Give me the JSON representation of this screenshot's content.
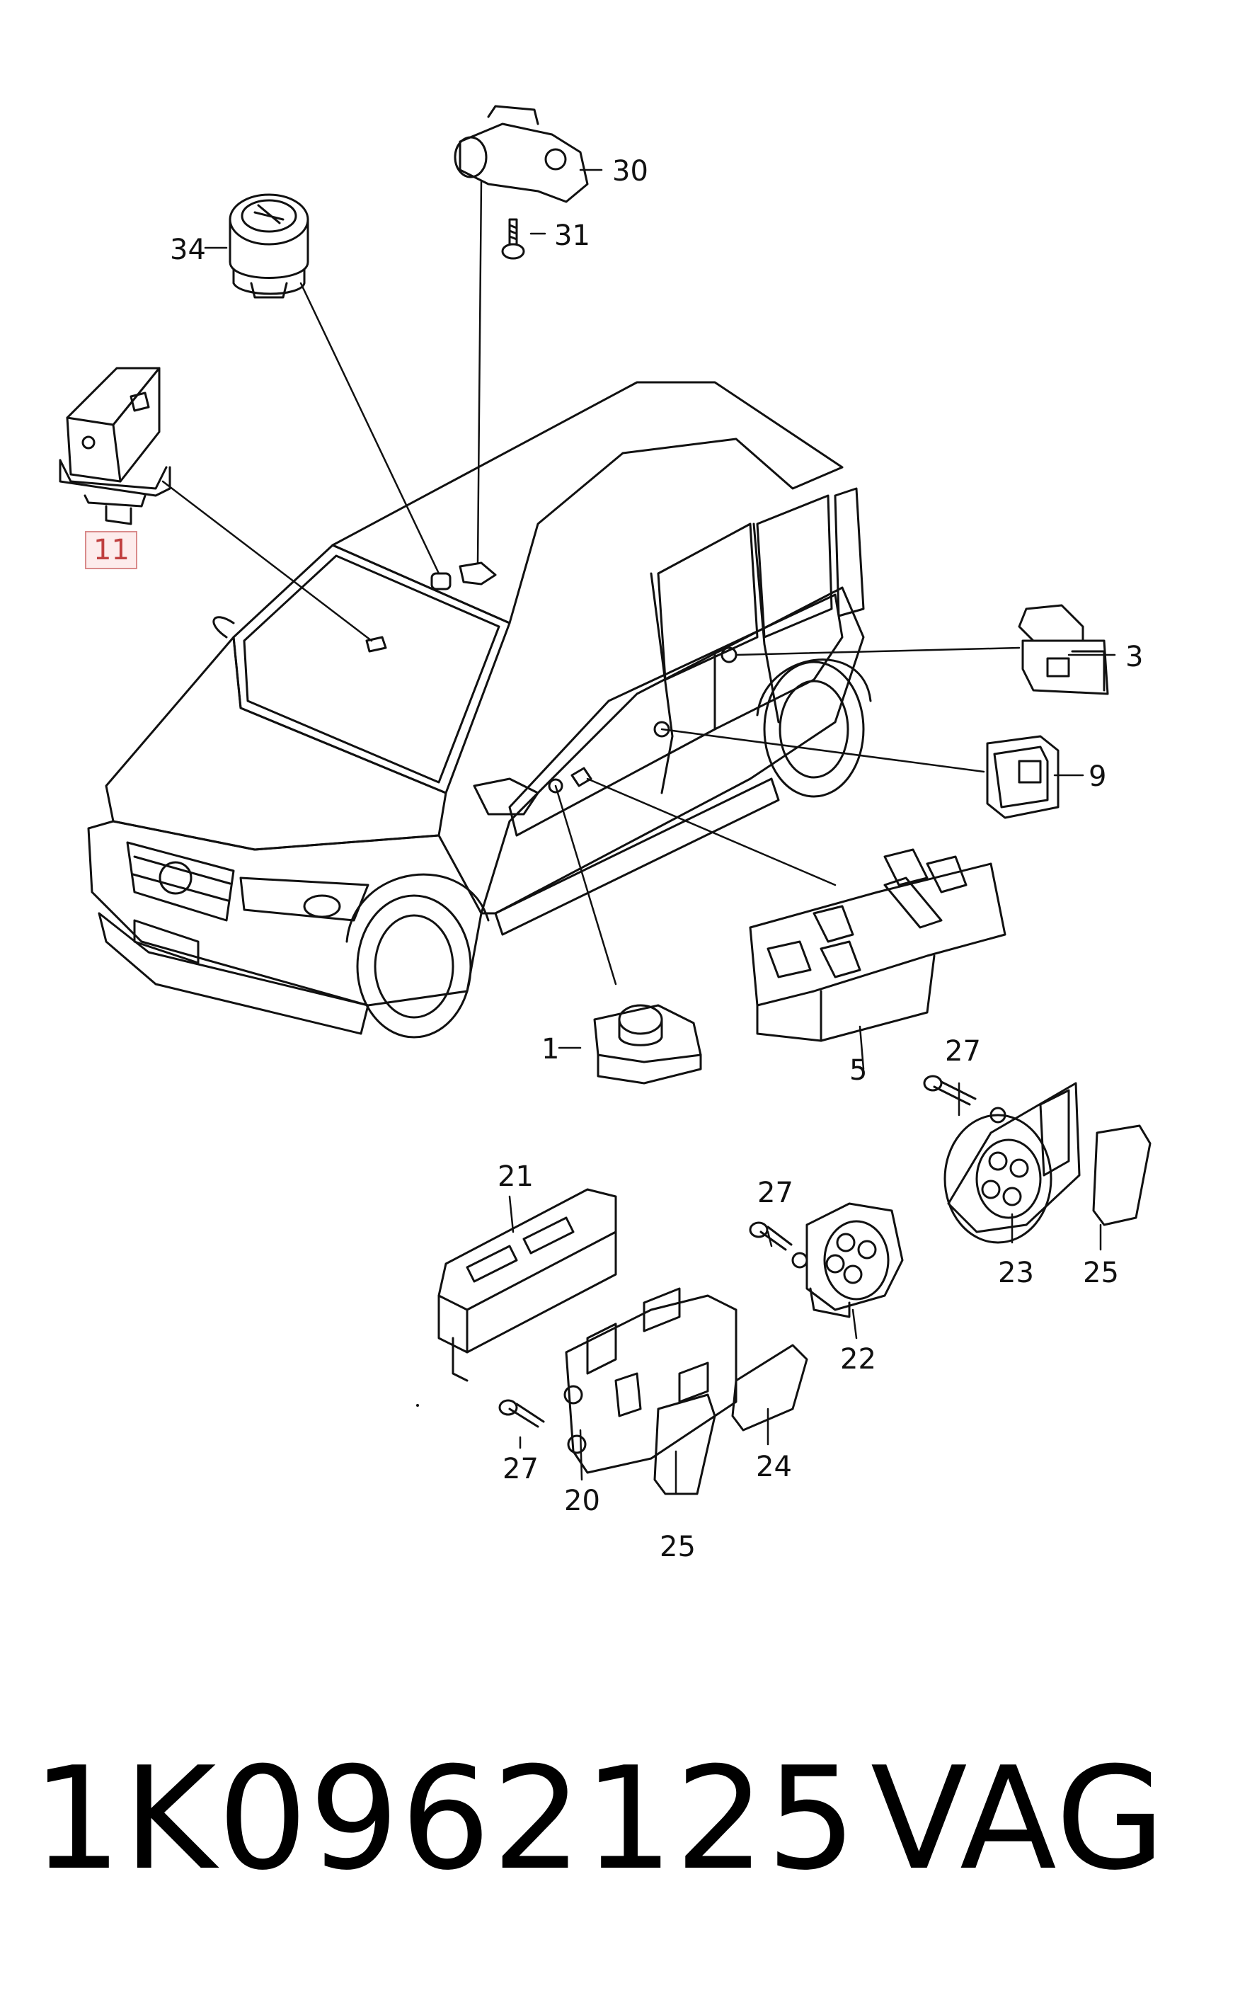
{
  "callouts": {
    "c1": "1",
    "c3": "3",
    "c5": "5",
    "c9": "9",
    "c11": "11",
    "c20": "20",
    "c21": "21",
    "c22": "22",
    "c23": "23",
    "c24": "24",
    "c25a": "25",
    "c25b": "25",
    "c27a": "27",
    "c27b": "27",
    "c27c": "27",
    "c30": "30",
    "c31": "31",
    "c34": "34"
  },
  "footer": {
    "part_number": "1K0962125",
    "brand": "VAG"
  },
  "colors": {
    "line": "#111111",
    "highlight_border": "#d98b8b",
    "highlight_fill": "#fdecec"
  }
}
